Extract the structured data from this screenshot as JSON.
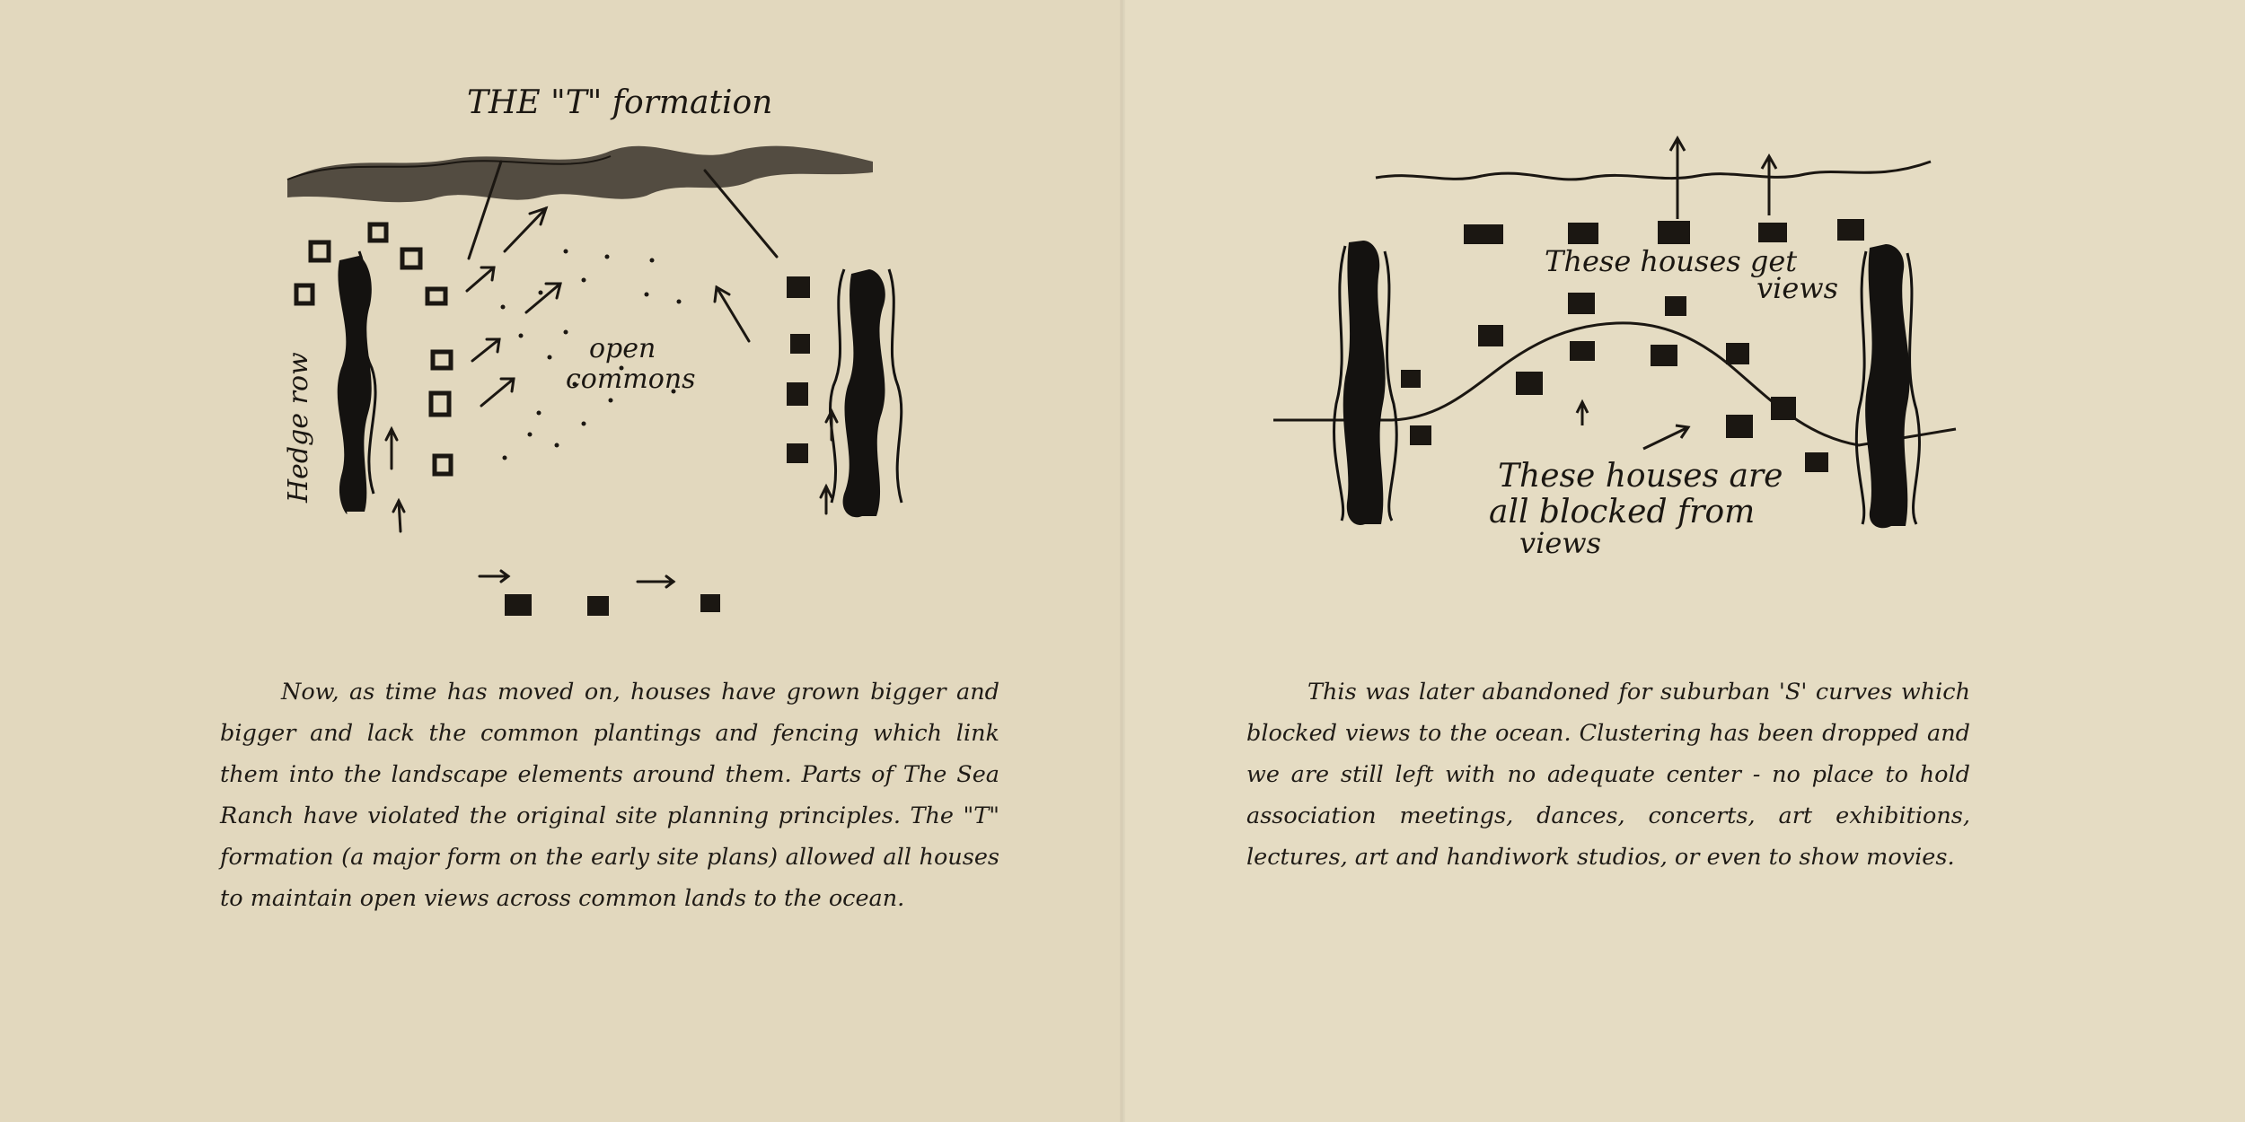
{
  "left_page": {
    "diagram": {
      "title": "THE \"T\" formation",
      "label_open_commons_line1": "open",
      "label_open_commons_line2": "commons",
      "label_hedge_row": "Hedge row"
    },
    "paragraph": "Now, as time has moved on, houses have grown bigger and bigger and lack the common plantings and fencing which link them into the landscape elements around them. Parts of The Sea Ranch have violated the original site planning principles. The \"T\" formation (a major form on the early site plans) allowed all houses to maintain open views across common lands to the ocean."
  },
  "right_page": {
    "diagram": {
      "label_top_line1": "These houses get",
      "label_top_line2": "views",
      "label_bottom_line1": "These houses are",
      "label_bottom_line2": "all blocked from",
      "label_bottom_line3": "views"
    },
    "paragraph": "This was later abandoned for suburban 'S' curves which blocked views to the ocean. Clustering has been dropped and we are still left with no adequate center - no place to hold association meetings, dances, concerts, art exhibitions, lectures, art and handiwork studios, or even to show movies."
  }
}
